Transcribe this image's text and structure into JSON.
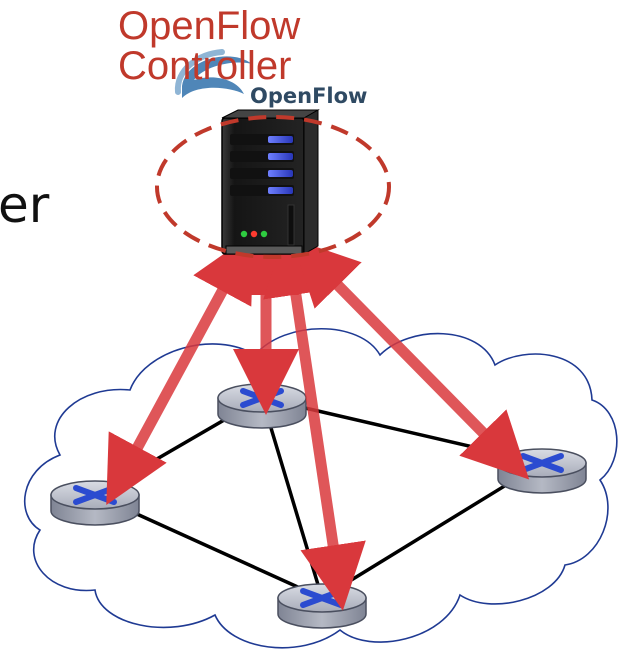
{
  "controller": {
    "label_line1": "OpenFlow",
    "label_line2": "Controller",
    "logo_text": "OpenFlow",
    "label_color": "#c0392b",
    "ring_color": "#c0392b"
  },
  "side_text": "er",
  "colors": {
    "arrow": "#d9383c",
    "router_body": "#a3a7b4",
    "router_top": "#c5c9d3",
    "router_x": "#2b4bd0",
    "cloud_stroke": "#1f3a93",
    "link": "#000000",
    "server_body": "#1c1c1c",
    "server_bay": "#3a4ed8"
  },
  "icons": {
    "server": "server-icon",
    "router": "router-icon",
    "cloud": "cloud-icon",
    "logo": "openflow-logo-icon"
  },
  "routers": [
    "left",
    "top",
    "right",
    "bottom"
  ]
}
